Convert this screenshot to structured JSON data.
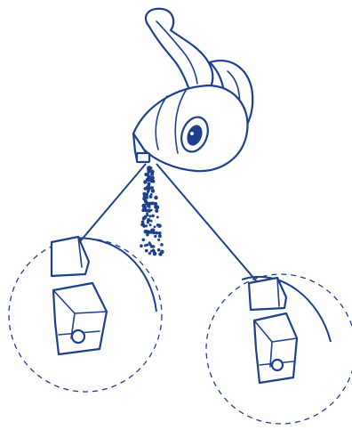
{
  "colors": {
    "ink": "#1d3f8c",
    "background": "#ffffff",
    "eye_fill": "#1d3f8c"
  },
  "illustration": {
    "subject": "spray-nozzle",
    "particles": "spray-droplets",
    "callouts": [
      "callout-left",
      "callout-right"
    ]
  }
}
